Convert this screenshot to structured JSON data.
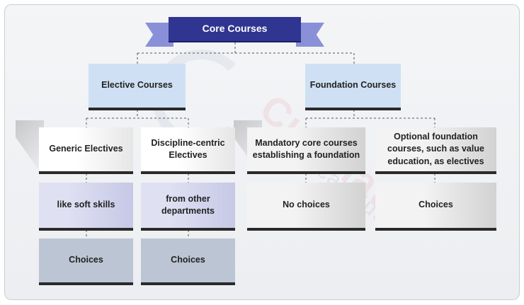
{
  "diagram": {
    "title": "Core Courses",
    "branches": {
      "elective": "Elective Courses",
      "foundation": "Foundation Courses"
    },
    "elective_columns": [
      {
        "heading": "Generic Electives",
        "detail": "like soft skills",
        "outcome": "Choices"
      },
      {
        "heading": "Discipline-centric Electives",
        "detail": "from other departments",
        "outcome": "Choices"
      }
    ],
    "foundation_columns": [
      {
        "heading": "Mandatory core courses establishing a foundation",
        "outcome": "No choices"
      },
      {
        "heading": "Optional foundation courses, such as value education, as electives",
        "outcome": "Choices"
      }
    ]
  },
  "watermark": {
    "brand": "Cuemath",
    "sub": "campus"
  },
  "colors": {
    "title_bg": "#2f3590",
    "ribbon": "#8a90d8",
    "branch_bg": "#cfe0f4",
    "detail_bg": "#d6d7ef",
    "outcome_bg": "#bcc5d3",
    "connector": "#555555"
  }
}
